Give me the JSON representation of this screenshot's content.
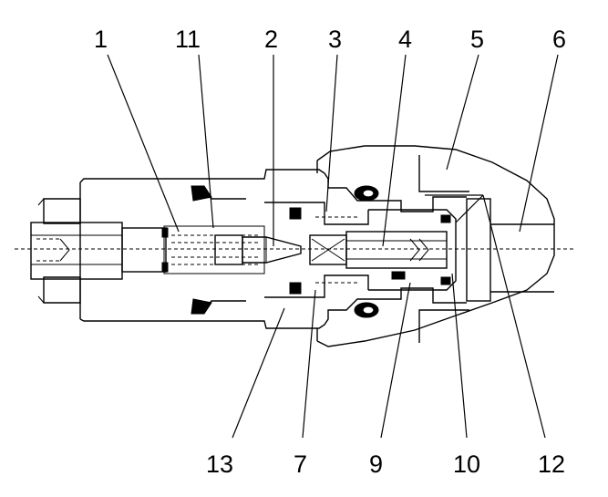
{
  "diagram": {
    "callouts": [
      {
        "id": "c1",
        "label": "1"
      },
      {
        "id": "c11",
        "label": "11"
      },
      {
        "id": "c2",
        "label": "2"
      },
      {
        "id": "c3",
        "label": "3"
      },
      {
        "id": "c4",
        "label": "4"
      },
      {
        "id": "c5",
        "label": "5"
      },
      {
        "id": "c6",
        "label": "6"
      },
      {
        "id": "c13",
        "label": "13"
      },
      {
        "id": "c7",
        "label": "7"
      },
      {
        "id": "c9",
        "label": "9"
      },
      {
        "id": "c10",
        "label": "10"
      },
      {
        "id": "c12",
        "label": "12"
      }
    ]
  }
}
